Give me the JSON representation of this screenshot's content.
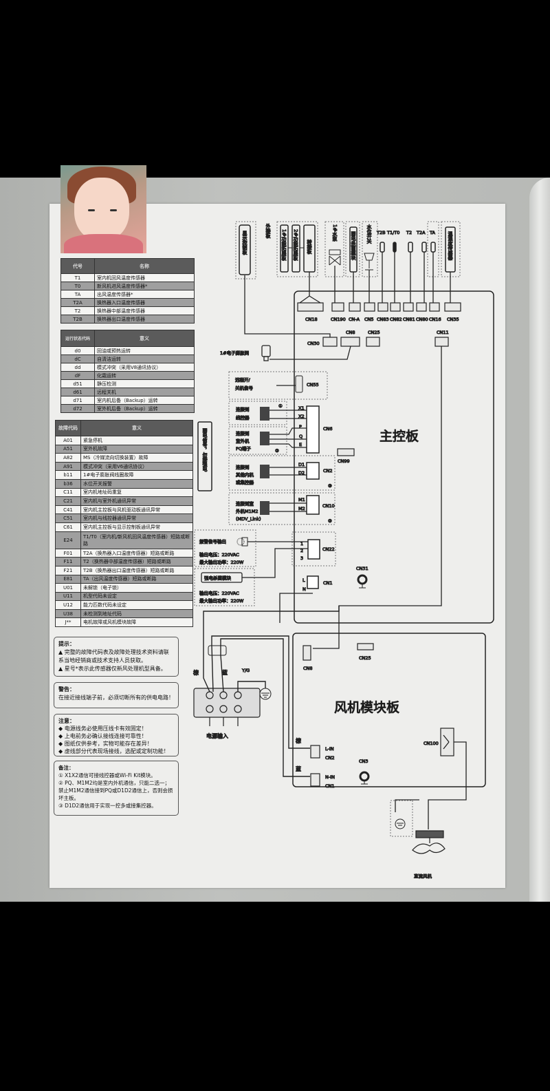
{
  "code_table": {
    "headers": [
      "代号",
      "名称"
    ],
    "rows": [
      [
        "T1",
        "室内机回风温度传感器"
      ],
      [
        "T0",
        "新风机进风温度传感器*"
      ],
      [
        "TA",
        "出风温度传感器*"
      ],
      [
        "T2A",
        "换热器入口温度传感器"
      ],
      [
        "T2",
        "换热器中部温度传感器"
      ],
      [
        "T2B",
        "换热器出口温度传感器"
      ]
    ]
  },
  "status_table": {
    "headers": [
      "运行状态代码",
      "意义"
    ],
    "rows": [
      [
        "d0",
        "回油或预热运转"
      ],
      [
        "dC",
        "自清洁运转"
      ],
      [
        "dd",
        "模式冲突（采用V8通讯协议）"
      ],
      [
        "dF",
        "化霜运转"
      ],
      [
        "d51",
        "静压检测"
      ],
      [
        "d61",
        "远程关机"
      ],
      [
        "d71",
        "室内机后备（Backup）运转"
      ],
      [
        "d72",
        "室外机后备（Backup）运转"
      ]
    ]
  },
  "fault_table": {
    "headers": [
      "故障代码",
      "意义"
    ],
    "rows": [
      [
        "A01",
        "紧急停机"
      ],
      [
        "A51",
        "室外机故障"
      ],
      [
        "A82",
        "MS（冷媒流向切换装置）故障"
      ],
      [
        "A91",
        "模式冲突（采用V6通讯协议）"
      ],
      [
        "b11",
        "1#电子膨胀阀线圈故障"
      ],
      [
        "b36",
        "水位开关报警"
      ],
      [
        "C11",
        "室内机地址码重复"
      ],
      [
        "C21",
        "室内机与室外机通讯异常"
      ],
      [
        "C41",
        "室内机主控板与风机驱动板通讯异常"
      ],
      [
        "C51",
        "室内机与线控器通讯异常"
      ],
      [
        "C61",
        "室内机主控板与显示控制板通讯异常"
      ],
      [
        "E24",
        "T1/T0（室内机/新风机回风温度传感器）短路或断路"
      ],
      [
        "F01",
        "T2A（换热器入口温度传感器）短路或断路"
      ],
      [
        "F11",
        "T2（换热器中部温度传感器）短路或断路"
      ],
      [
        "F21",
        "T2B（换热器出口温度传感器）短路或断路"
      ],
      [
        "E81",
        "TA（出风温度传感器）短路或断路"
      ],
      [
        "U01",
        "未解锁（电子锁）"
      ],
      [
        "U11",
        "机型代码未设定"
      ],
      [
        "U12",
        "能力匹数代码未设定"
      ],
      [
        "U38",
        "未检测到地址代码"
      ],
      [
        "J**",
        "电机故障或风机模块故障"
      ]
    ]
  },
  "notes": {
    "tip": {
      "title": "提示：",
      "items": [
        "▲ 完整的故障代码表及故障处理技术资料请联系当地经销商或技术支持人员获取。",
        "▲ 星号*表示此传感器仅新风处理机型具备。"
      ]
    },
    "warning": {
      "title": "警告：",
      "text": "在接近接线端子前，必须切断所有的供电电路！"
    },
    "caution": {
      "title": "注意：",
      "items": [
        "◆ 电源线务必使用压线卡有效固定！",
        "◆ 上电前务必确认接线连接可靠性！",
        "◆ 图纸仅供参考，实物可能存在差异！",
        "◆ 虚线部分代表现场接线，选配或定制功能！"
      ]
    },
    "remark": {
      "title": "备注：",
      "items": [
        "① X1X2通信可接线控器或Wi-Fi Kit模块。",
        "② PQ、M1M2均是室内外机通信，只能二选一；禁止M1M2通信接到PQ或D1D2通信上，否则会损坏主板。",
        "③ D1D2通信用于实现一控多或接集控器。"
      ]
    }
  },
  "top": {
    "display_board": "显示控制板",
    "ext_board": "外接板",
    "ext1": "1#功能拓展板",
    "ext2": "2#功能拓展板",
    "adapter": "转接板",
    "pump": "1#水泵",
    "weak_sterilizer": "弱电杀菌模块",
    "water_switch": "水位开关",
    "T2B": "T2B",
    "T1T0": "T1/T0",
    "T2": "T2",
    "T2A": "T2A",
    "TA": "TA",
    "humidity": "温湿度传感器"
  },
  "main_board": {
    "title": "主控板",
    "connectors": [
      "CN18",
      "CN190",
      "CN-A",
      "CN5",
      "CN83",
      "CN82",
      "CN81",
      "CN80",
      "CN16",
      "CN35"
    ],
    "cn30": "CN30",
    "cn8": "CN8",
    "cn25": "CN25",
    "cn11": "CN11",
    "cn55": "CN55",
    "cn6": "CN6",
    "cn99": "CN99",
    "cn2": "CN2",
    "cn10": "CN10",
    "cn22": "CN22",
    "cn1": "CN1",
    "cn31": "CN31",
    "eev": "1#电子膨胀阀"
  },
  "wiring": {
    "remote_1": "远程开/",
    "remote_2": "关机信号",
    "wc_1": "连接到",
    "wc_2": "线控器",
    "pq_1": "连接到",
    "pq_2": "室外机",
    "pq_3": "PQ端子",
    "d_1": "连接到",
    "d_2": "其他内机",
    "d_3": "或集控器",
    "m_1": "连接到室",
    "m_2": "外机M1M2",
    "m_3": "(MDV_Link)",
    "X1": "X1",
    "X2": "X2",
    "P": "P",
    "Q": "Q",
    "E": "E",
    "D1": "D1",
    "D2": "D2",
    "M1": "M1",
    "M2": "M2",
    "n1": "①",
    "n2": "②",
    "n3": "③",
    "weak_warning": "弱电信号，勿接强电",
    "alarm": "报警信号输出",
    "volt": "输出电压：220VAC",
    "power": "最大输出功率：220W",
    "strong_sterilizer": "强电杀菌模块",
    "p1": "1",
    "p2": "2",
    "p3": "3",
    "L": "L",
    "N": "N"
  },
  "power": {
    "brown": "棕",
    "blue": "蓝",
    "yg": "Y/G",
    "input": "电源输入"
  },
  "fan_board": {
    "title": "风机模块板",
    "cn8": "CN8",
    "cn25": "CN25",
    "cn100": "CN100",
    "brown": "棕",
    "blue": "蓝",
    "lin": "L-IN",
    "cn2": "CN2",
    "nin": "N-IN",
    "cn1": "CN1",
    "cn3": "CN3",
    "fan": "直流风机"
  }
}
